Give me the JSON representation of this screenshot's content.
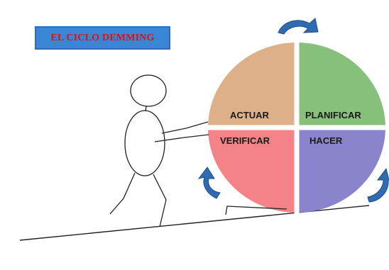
{
  "title": "EL CICLO DEMMING",
  "quadrants": {
    "top_left": {
      "label": "ACTUAR",
      "color": "#ddb088"
    },
    "top_right": {
      "label": "PLANIFICAR",
      "color": "#86c07a"
    },
    "bottom_left": {
      "label": "VERIFICAR",
      "color": "#f58286"
    },
    "bottom_right": {
      "label": "HACER",
      "color": "#8a84cc"
    }
  },
  "arrow_color": "#2f6bb0"
}
